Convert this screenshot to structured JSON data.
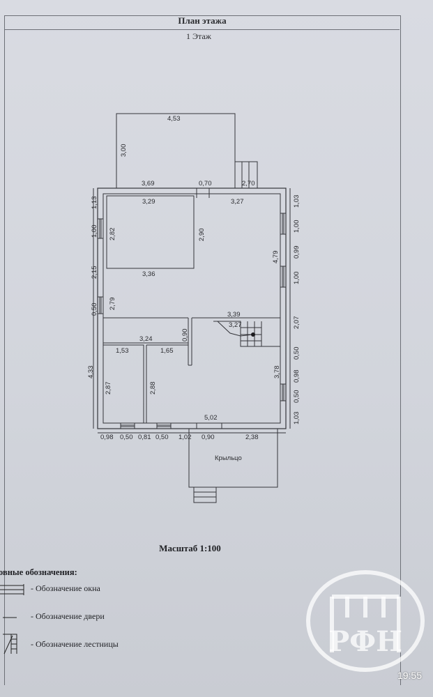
{
  "header": {
    "title": "План этажа",
    "subtitle": "1 Этаж"
  },
  "dimensions": {
    "top": [
      "4,53",
      "3,69",
      "0,70",
      "2,70"
    ],
    "left": [
      "3,00",
      "1,13",
      "1,00",
      "2,15",
      "0,50",
      "4,33"
    ],
    "right": [
      "1,03",
      "1,00",
      "0,99",
      "1,00",
      "2,07",
      "0,50",
      "0,98",
      "0,50",
      "1,03"
    ],
    "bottom": [
      "0,98",
      "0,50",
      "0,81",
      "0,50",
      "1,02",
      "0,90",
      "2,38"
    ],
    "rooms": [
      "3,29",
      "3,27",
      "2,82",
      "2,90",
      "4,79",
      "3,36",
      "2,79",
      "3,39",
      "3,27",
      "0,90",
      "3,24",
      "1,53",
      "1,65",
      "3,78",
      "2,87",
      "2,88",
      "5,02"
    ]
  },
  "porch_label": "Крыльцо",
  "scale": "Масштаб 1:100",
  "legend": {
    "title": "овные обозначения:",
    "items": [
      {
        "icon": "window-symbol-icon",
        "label": "- Обозначение окна"
      },
      {
        "icon": "door-symbol-icon",
        "label": "- Обозначение двери"
      },
      {
        "icon": "stairs-symbol-icon",
        "label": "- Обозначение лестницы"
      }
    ]
  },
  "status_bar": {
    "time": "19:55"
  },
  "watermark": {
    "icon": "company-seal-logo",
    "text": "РФН"
  },
  "colors": {
    "paper": "#d6d9df",
    "lines": "#34353a",
    "watermark": "#ffffff"
  }
}
